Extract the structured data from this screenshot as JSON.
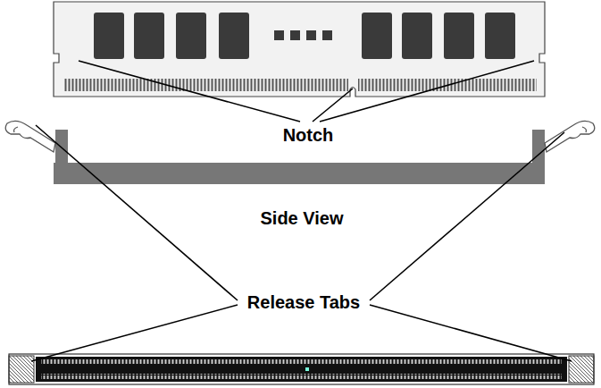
{
  "diagram": {
    "labels": [
      "Notch",
      "Side View",
      "Release Tabs"
    ]
  }
}
